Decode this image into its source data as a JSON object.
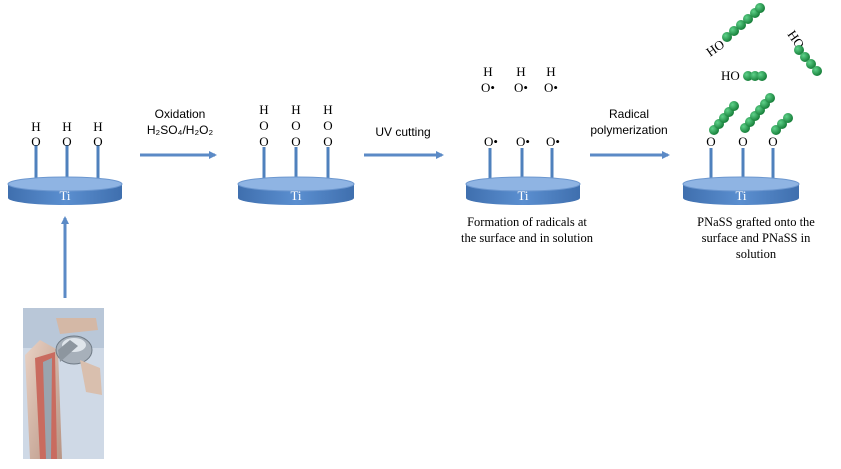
{
  "colors": {
    "disk_top": "#8fb4e3",
    "disk_side": "#4f81bd",
    "arrow": "#5b8ac6",
    "bond": "#4f81bd",
    "bead": "#1e9a4a"
  },
  "substrate_label": "Ti",
  "atoms": {
    "H": "H",
    "O": "O",
    "O_radical": "O•",
    "HO": "HO"
  },
  "steps": {
    "oxidation": {
      "line1": "Oxidation",
      "reagent": "H₂SO₄/H₂O₂"
    },
    "uv": {
      "label": "UV cutting"
    },
    "radical": {
      "line1": "Radical",
      "line2": "polymerization"
    }
  },
  "captions": {
    "radicals": [
      "Formation of radicals at",
      "the surface and in solution"
    ],
    "grafted": [
      "PNaSS grafted onto the",
      "surface and PNaSS in",
      "solution"
    ]
  },
  "photo": {
    "icon": "hip-implant-photo"
  }
}
